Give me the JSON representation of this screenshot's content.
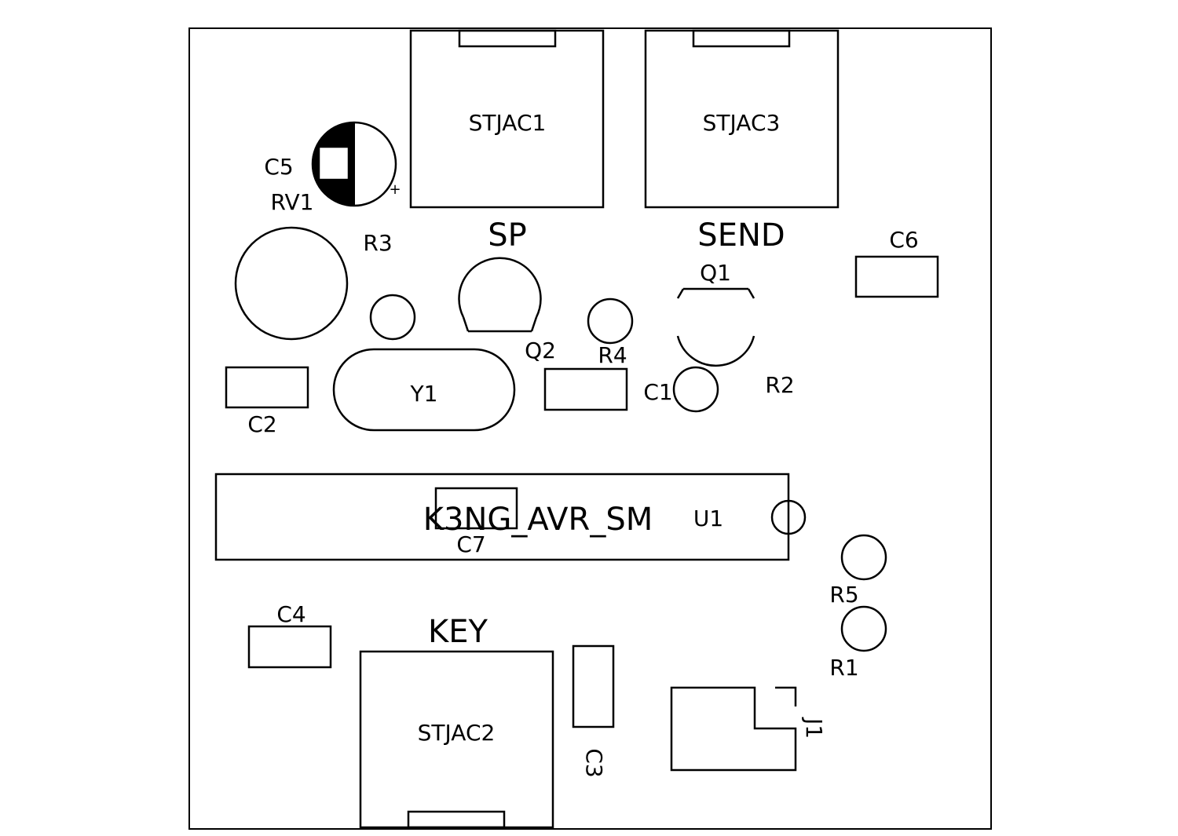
{
  "labels": {
    "stjac1": "STJAC1",
    "stjac3": "STJAC3",
    "stjac2": "STJAC2",
    "c5": "C5",
    "rv1": "RV1",
    "r3": "R3",
    "sp": "SP",
    "send": "SEND",
    "c6": "C6",
    "q1": "Q1",
    "q2": "Q2",
    "r4": "R4",
    "r2": "R2",
    "c1": "C1",
    "y1": "Y1",
    "c2": "C2",
    "u1_value": "K3NG_AVR_SM",
    "u1": "U1",
    "c7": "C7",
    "r5": "R5",
    "r1": "R1",
    "c4": "C4",
    "key": "KEY",
    "c3": "C3",
    "j1": "J1",
    "plus": "+"
  }
}
